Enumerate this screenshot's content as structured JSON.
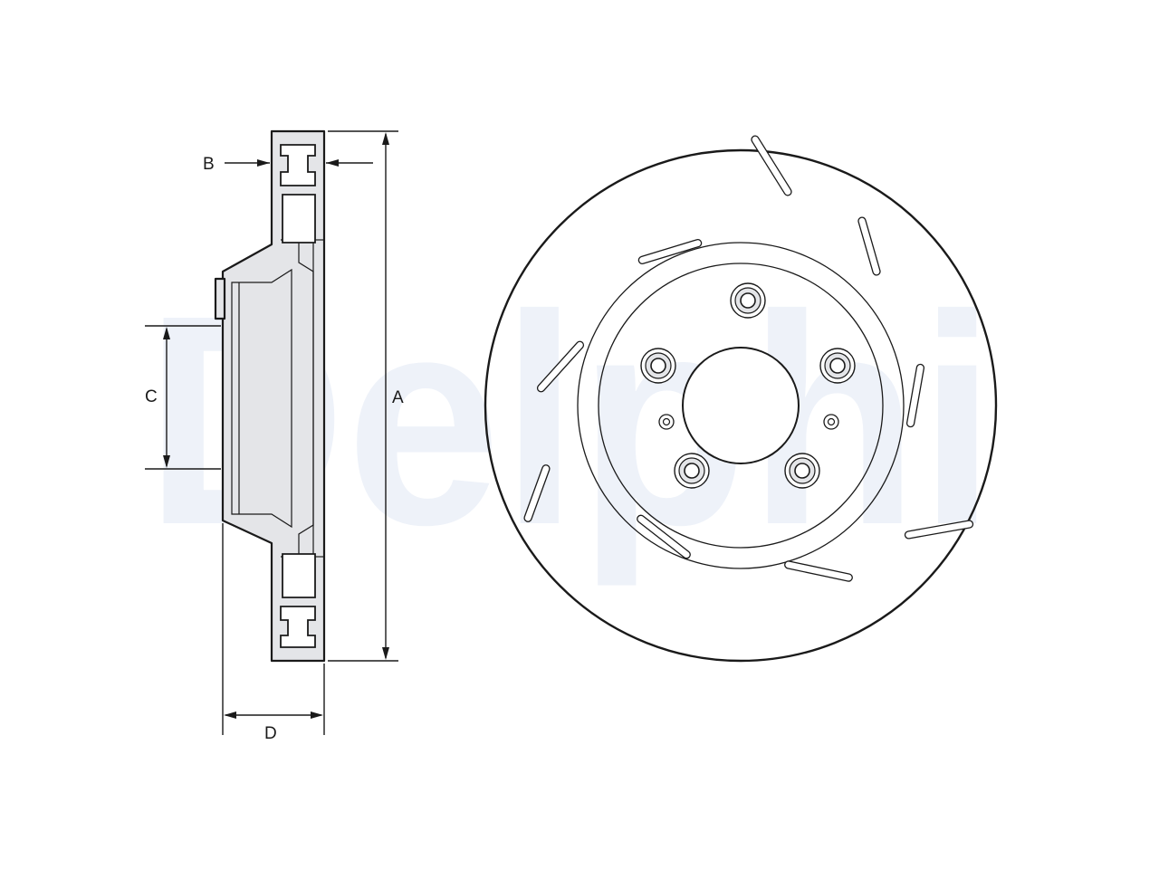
{
  "watermark": {
    "text": "Delphi",
    "color": "#eef2f9"
  },
  "dimensions": {
    "A": "A",
    "B": "B",
    "C": "C",
    "D": "D"
  },
  "colors": {
    "line": "#1a1a1a",
    "fill": "#e4e5e8"
  }
}
